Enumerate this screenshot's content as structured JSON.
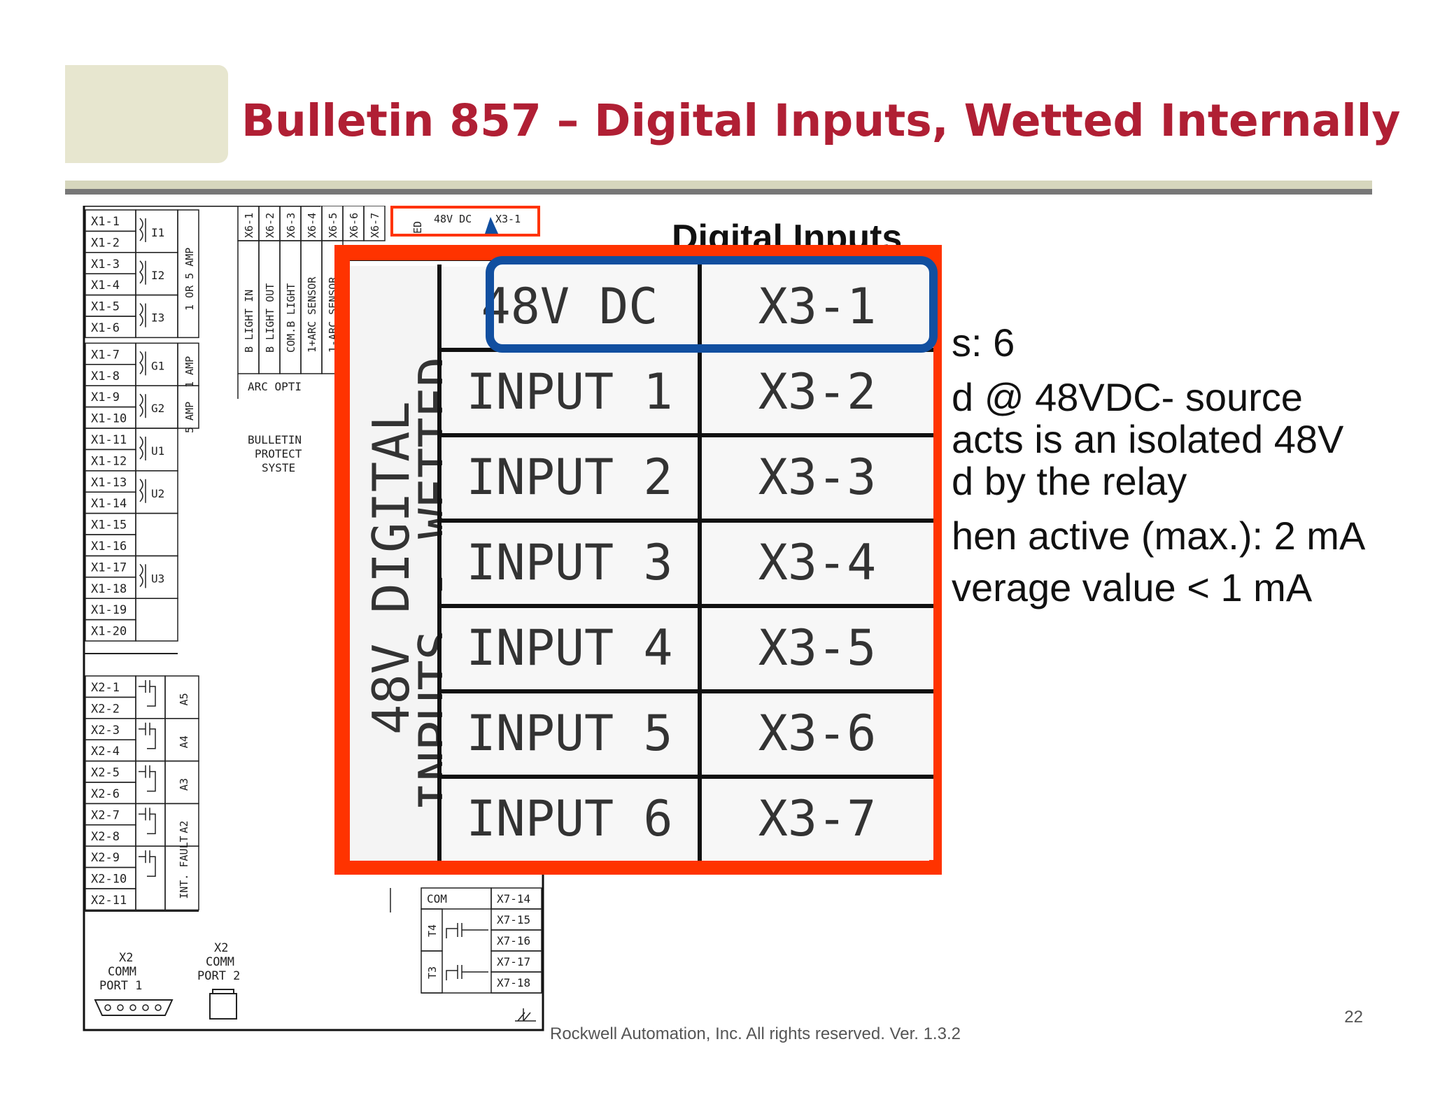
{
  "slide": {
    "title": "Bulletin 857 – Digital Inputs, Wetted Internally",
    "page_number": "22",
    "copyright": "Rockwell Automation, Inc. All rights reserved.   Ver. 1.3.2",
    "colors": {
      "title": "#b01f34",
      "deco": "#e7e6cf",
      "rule_light": "#d6d6bd",
      "rule_dark": "#777777",
      "zoom_border": "#ff3300",
      "highlight": "#114fa0"
    }
  },
  "bullets": {
    "b1": "s: 6",
    "b2": "d @ 48VDC- source",
    "b3": "acts is an isolated 48V",
    "b4": "d by the relay",
    "b5": "hen active (max.): 2 mA",
    "b6": "verage value < 1 mA",
    "heading": "Digital Inputs"
  },
  "zoom": {
    "vertical_label_1": "48V DIGITAL",
    "vertical_label_2": "INPUTS - WETTED",
    "rows": [
      {
        "label": "48V DC",
        "terminal": "X3-1"
      },
      {
        "label": "INPUT 1",
        "terminal": "X3-2"
      },
      {
        "label": "INPUT 2",
        "terminal": "X3-3"
      },
      {
        "label": "INPUT 3",
        "terminal": "X3-4"
      },
      {
        "label": "INPUT 4",
        "terminal": "X3-5"
      },
      {
        "label": "INPUT 5",
        "terminal": "X3-6"
      },
      {
        "label": "INPUT 6",
        "terminal": "X3-7"
      }
    ]
  },
  "schematic": {
    "x1": [
      "X1-1",
      "X1-2",
      "X1-3",
      "X1-4",
      "X1-5",
      "X1-6",
      "X1-7",
      "X1-8",
      "X1-9",
      "X1-10",
      "X1-11",
      "X1-12",
      "X1-13",
      "X1-14",
      "X1-15",
      "X1-16",
      "X1-17",
      "X1-18",
      "X1-19",
      "X1-20"
    ],
    "x1_groups": [
      "I1",
      "I2",
      "I3",
      "G1",
      "G2",
      "U1",
      "U2",
      "U3"
    ],
    "x1_amp_labels": [
      "1 OR 5 AMP",
      "1 AMP",
      "5 AMP"
    ],
    "x2": [
      "X2-1",
      "X2-2",
      "X2-3",
      "X2-4",
      "X2-5",
      "X2-6",
      "X2-7",
      "X2-8",
      "X2-9",
      "X2-10",
      "X2-11"
    ],
    "x2_groups": [
      "A5",
      "A4",
      "A3",
      "A2",
      "INT. FAULT"
    ],
    "x6": [
      "X6-1",
      "X6-2",
      "X6-3",
      "X6-4",
      "X6-5",
      "X6-6",
      "X6-7"
    ],
    "x6_labels": [
      "B LIGHT IN",
      "B LIGHT OUT",
      "COM.B LIGHT",
      "1+ARC SENSOR",
      "1-ARC SENSOR"
    ],
    "arc_label": "ARC OPTI",
    "bulletin_label": [
      "BULLETIN",
      "PROTECT",
      "SYSTE"
    ],
    "top_label": "48V DC",
    "top_terminal": "X3-1",
    "top_side": "ED",
    "x7": [
      "COM",
      "X7-14",
      "X7-15",
      "X7-16",
      "X7-17",
      "X7-18"
    ],
    "x7_groups": [
      "T4",
      "T3"
    ],
    "comm1": [
      "X2",
      "COMM",
      "PORT 1"
    ],
    "comm2": [
      "X2",
      "COMM",
      "PORT 2"
    ]
  }
}
